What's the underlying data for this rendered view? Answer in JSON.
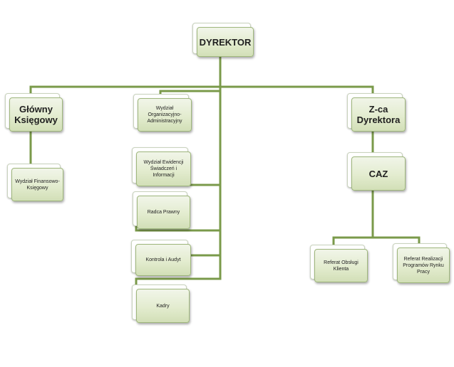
{
  "chart": {
    "director": "DYREKTOR",
    "chief_accountant": "Główny Księgowy",
    "deputy_director": "Z-ca Dyrektora",
    "dept_finance": "Wydział Finansowo-Księgowy",
    "dept_org_admin": "Wydział Organizacyjno-Administracyjny",
    "dept_records": "Wydział Ewidencji Świadczeń i Informacji",
    "legal_advisor": "Radca Prawny",
    "control_audit": "Kontrola i Audyt",
    "hr": "Kadry",
    "caz": "CAZ",
    "client_service": "Referat Obsługi Klienta",
    "labour_programs": "Referat Realizacji Programów Rynku Pracy"
  },
  "colors": {
    "connector": "#7a9a4a",
    "box_border": "#9fb77c",
    "box_fill": "#e3eccf"
  }
}
